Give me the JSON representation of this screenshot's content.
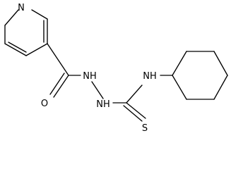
{
  "molecule": {
    "atom_labels": {
      "pyridine_n": "N",
      "carbonyl_o": "O",
      "amide_nh": "NH",
      "hydrazine_nh": "NH",
      "thioamide_nh": "NH",
      "thione_s": "S"
    },
    "colors": {
      "bond": "#000000",
      "label": "#000000",
      "background": "#ffffff"
    }
  }
}
